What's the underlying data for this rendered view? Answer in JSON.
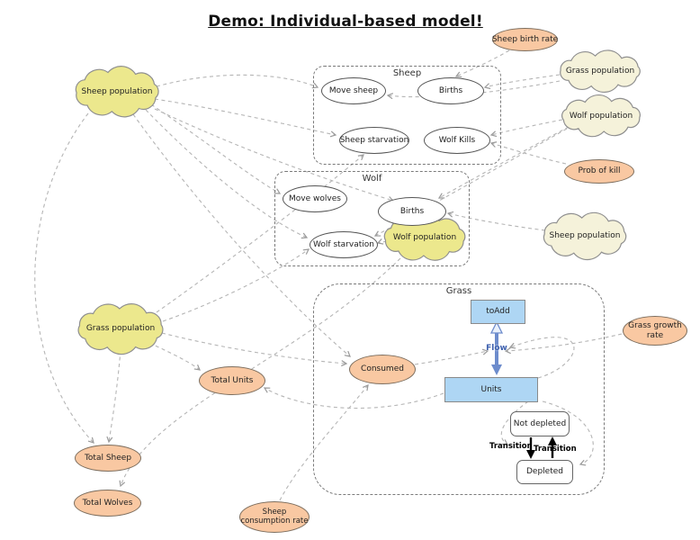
{
  "title": "Demo: Individual-based model!",
  "colors": {
    "bright": "#ece88d",
    "pale": "#f5f2da",
    "salmon": "#f9c8a2",
    "blue": "#aed6f4",
    "flow": "#6d8ccc",
    "edge": "#b5b5b5"
  },
  "groups": {
    "sheep": "Sheep",
    "wolf": "Wolf",
    "grass": "Grass"
  },
  "nodes": {
    "sheep_population_left": "Sheep population",
    "grass_population_left": "Grass population",
    "wolf_population_inner": "Wolf population",
    "grass_population_right": "Grass population",
    "wolf_population_right": "Wolf population",
    "sheep_population_right": "Sheep population",
    "sheep_birth_rate": "Sheep birth rate",
    "prob_of_kill": "Prob of kill",
    "grass_growth_rate": "Grass growth rate",
    "consumed": "Consumed",
    "total_units": "Total Units",
    "total_sheep": "Total Sheep",
    "total_wolves": "Total Wolves",
    "sheep_consumption_rate": "Sheep consumption rate",
    "move_sheep": "Move sheep",
    "births_sheep": "Births",
    "sheep_starvation": "Sheep starvation",
    "wolf_kills": "Wolf Kills",
    "move_wolves": "Move wolves",
    "births_wolf": "Births",
    "wolf_starvation": "Wolf starvation",
    "to_add": "toAdd",
    "units": "Units",
    "not_depleted": "Not depleted",
    "depleted": "Depleted"
  },
  "labels": {
    "flow": "Flow",
    "transition_left": "Transition",
    "transition_right": "Transition"
  }
}
